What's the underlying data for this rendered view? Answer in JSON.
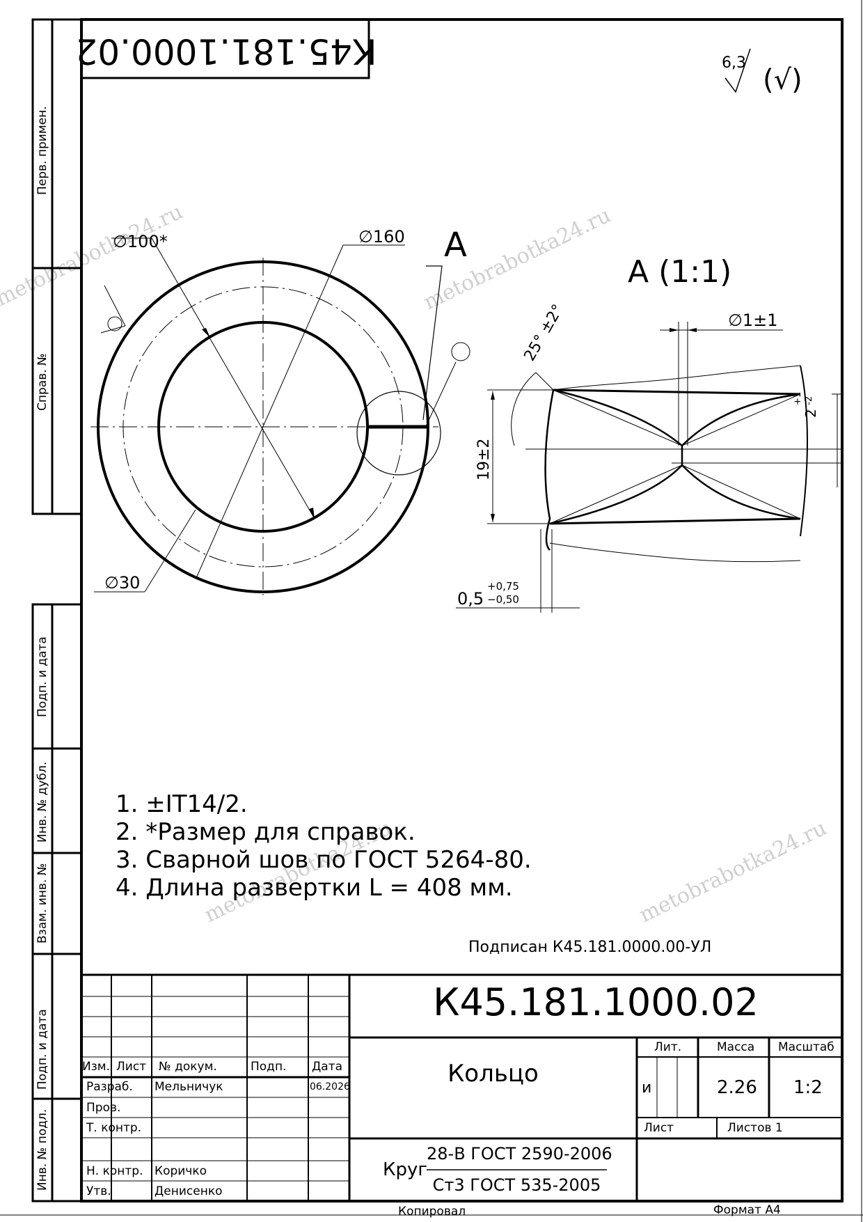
{
  "drawing_number": "К45.181.1000.02",
  "rotated_stamp": "К45.181.1000.02",
  "roughness": {
    "value": "6,3",
    "mark": "(√)"
  },
  "side_fields": {
    "perv_primen": "Перв. примен.",
    "sprav": "Справ. №",
    "podp_data_1": "Подп. и дата",
    "inv_dubl": "Инв. № дубл.",
    "vzam_inv": "Взам. инв. №",
    "podp_data_2": "Подп. и дата",
    "inv_podl": "Инв. № подл."
  },
  "dimensions": {
    "d100": "∅100*",
    "d160": "∅160",
    "d30": "∅30",
    "view_letter": "A",
    "view_title": "A (1:1)",
    "d1": "∅1±1",
    "angle": "25° ±2°",
    "h19": "19±2",
    "gap_main": "2",
    "gap_plus": "+1",
    "gap_minus": "-2",
    "t05": "0,5",
    "t05_plus": "+0,75",
    "t05_minus": "−0,50"
  },
  "notes": [
    "1.  ±IT14/2.",
    "2. *Размер для справок.",
    "3. Сварной шов по ГОСТ 5264-80.",
    "4. Длина развертки L = 408 мм."
  ],
  "signed": "Подписан К45.181.0000.00-УЛ",
  "title_block": {
    "designation": "К45.181.1000.02",
    "name": "Кольцо",
    "headers": {
      "izm": "Изм.",
      "list": "Лист",
      "doc": "№ докум.",
      "podp": "Подп.",
      "data": "Дата"
    },
    "rows": [
      {
        "role": "Разраб.",
        "name": "Мельничук",
        "date": "06.2026"
      },
      {
        "role": "Пров.",
        "name": "",
        "date": ""
      },
      {
        "role": "Т. контр.",
        "name": "",
        "date": ""
      },
      {
        "role": "Н. контр.",
        "name": "Коричко",
        "date": ""
      },
      {
        "role": "Утв.",
        "name": "Денисенко",
        "date": ""
      }
    ],
    "lit_label": "Лит.",
    "mass_label": "Масса",
    "scale_label": "Масштаб",
    "lit_value": "и",
    "mass_value": "2.26",
    "scale_value": "1:2",
    "sheet_label": "Лист",
    "sheets_label": "Листов 1",
    "material_prefix": "Круг",
    "material_top": "28-В ГОСТ 2590-2006",
    "material_bottom": "Ст3 ГОСТ 535-2005"
  },
  "footer": {
    "copied": "Копировал",
    "format": "Формат A4"
  },
  "watermark": "metobrabotka24.ru"
}
